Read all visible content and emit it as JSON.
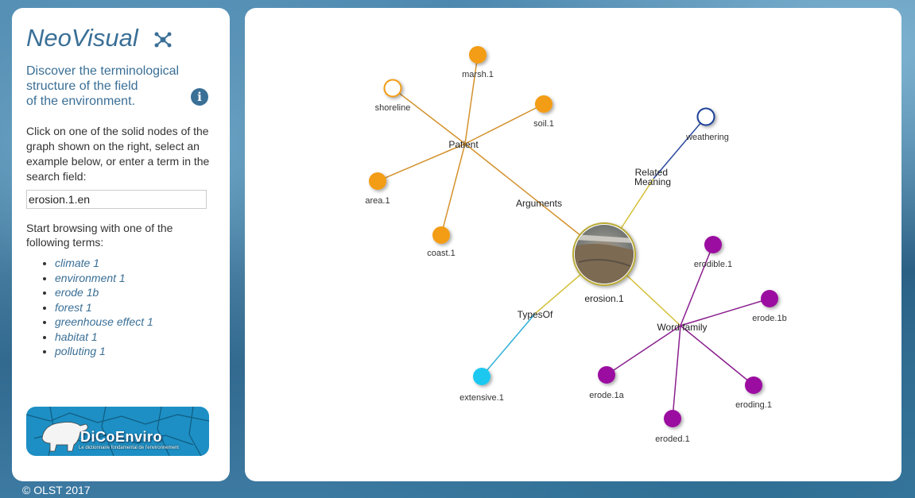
{
  "sidebar": {
    "brand": "NeoVisual",
    "brand_icon": "network-icon",
    "intro_lines": [
      "Discover the terminological",
      "structure of the field",
      "of the environment."
    ],
    "info_icon": "info-icon",
    "instructions": "Click on one of the solid nodes of the graph shown on the right, select an example below, or enter a term in the search field:",
    "search_value": "erosion.1.en",
    "start_text": "Start browsing with one of the following terms:",
    "terms": [
      "climate 1",
      "environment 1",
      "erode 1b",
      "forest 1",
      "greenhouse effect 1",
      "habitat 1",
      "polluting 1"
    ],
    "logo_text": "DiCoEnviro",
    "logo_subtitle": "Le dictionnaire fondamental de l'environnement"
  },
  "footer": "© OLST 2017",
  "graph": {
    "center": {
      "label": "erosion.1",
      "ring_color": "#b8a830"
    },
    "relations": [
      {
        "label": "Patient"
      },
      {
        "label": "Arguments"
      },
      {
        "label": "Related Meaning"
      },
      {
        "label": "TypesOf"
      },
      {
        "label": "Word family"
      }
    ],
    "nodes": [
      {
        "label": "marsh.1",
        "filled": true,
        "color": "#f39c12"
      },
      {
        "label": "shoreline",
        "filled": false,
        "color": "#f39c12"
      },
      {
        "label": "soil.1",
        "filled": true,
        "color": "#f39c12"
      },
      {
        "label": "area.1",
        "filled": true,
        "color": "#f39c12"
      },
      {
        "label": "coast.1",
        "filled": true,
        "color": "#f39c12"
      },
      {
        "label": "weathering",
        "filled": false,
        "color": "#1f3f99"
      },
      {
        "label": "extensive.1",
        "filled": true,
        "color": "#1ec8f0"
      },
      {
        "label": "erodible.1",
        "filled": true,
        "color": "#9b0fa0"
      },
      {
        "label": "erode.1b",
        "filled": true,
        "color": "#9b0fa0"
      },
      {
        "label": "erode.1a",
        "filled": true,
        "color": "#9b0fa0"
      },
      {
        "label": "eroding.1",
        "filled": true,
        "color": "#9b0fa0"
      },
      {
        "label": "eroded.1",
        "filled": true,
        "color": "#9b0fa0"
      }
    ],
    "edge_colors": {
      "patient": "#d4922e",
      "related": "#2c4a9e",
      "center": "#d4c038",
      "types": "#2fb0d6",
      "family": "#8a1f8e"
    }
  }
}
